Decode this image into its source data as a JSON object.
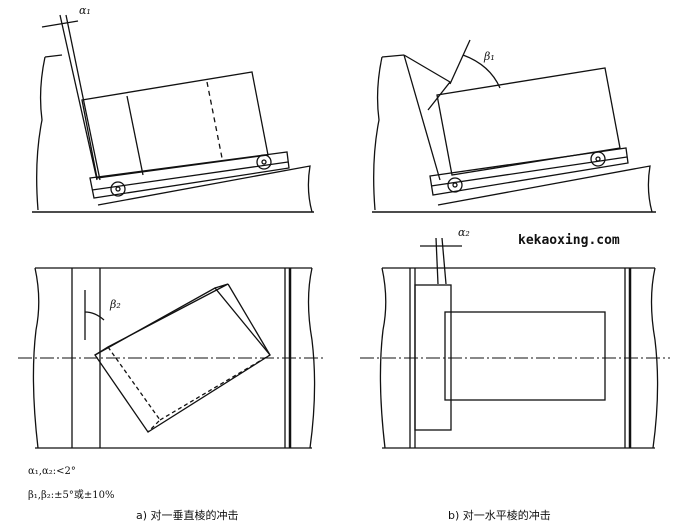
{
  "labels": {
    "alpha1": "α₁",
    "beta1": "β₁",
    "beta2": "β₂",
    "alpha2": "α₂"
  },
  "notes": [
    "α₁,α₂:<2°",
    "β₁,β₂:±5°或±10%"
  ],
  "captions": {
    "a": "a)  对一垂直棱的冲击",
    "b": "b)  对一水平棱的冲击"
  },
  "watermark": "kekaoxing.com"
}
